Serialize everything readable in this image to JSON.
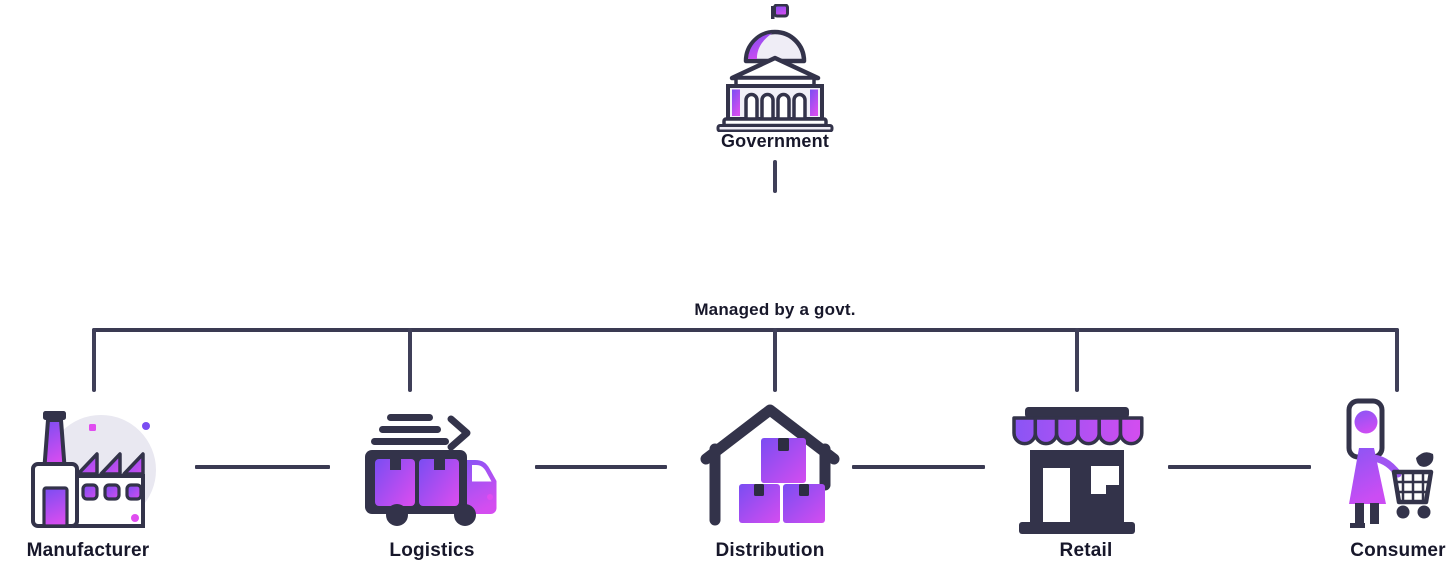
{
  "diagram": {
    "title_semantic": "government-supply-chain-hierarchy",
    "root": {
      "label": "Government",
      "icon": "government-building"
    },
    "connector_caption": "Managed by a govt.",
    "nodes": [
      {
        "id": "manufacturer",
        "label": "Manufacturer",
        "icon": "factory"
      },
      {
        "id": "logistics",
        "label": "Logistics",
        "icon": "delivery-truck"
      },
      {
        "id": "distribution",
        "label": "Distribution",
        "icon": "warehouse-with-boxes"
      },
      {
        "id": "retail",
        "label": "Retail",
        "icon": "storefront-awning"
      },
      {
        "id": "consumer",
        "label": "Consumer",
        "icon": "person-with-shopping-cart"
      }
    ]
  },
  "colors": {
    "outline_dark": "#33334a",
    "connector_line": "#3a3a52",
    "text": "#17172a",
    "gradient_violet": "#7a4df2",
    "gradient_magenta": "#d44df0",
    "accent_pink_dot": "#e04df0",
    "light_fill": "#e9e8f1",
    "lavender_fill": "#efedf6",
    "white_fill": "#ffffff",
    "background": "#ffffff"
  }
}
